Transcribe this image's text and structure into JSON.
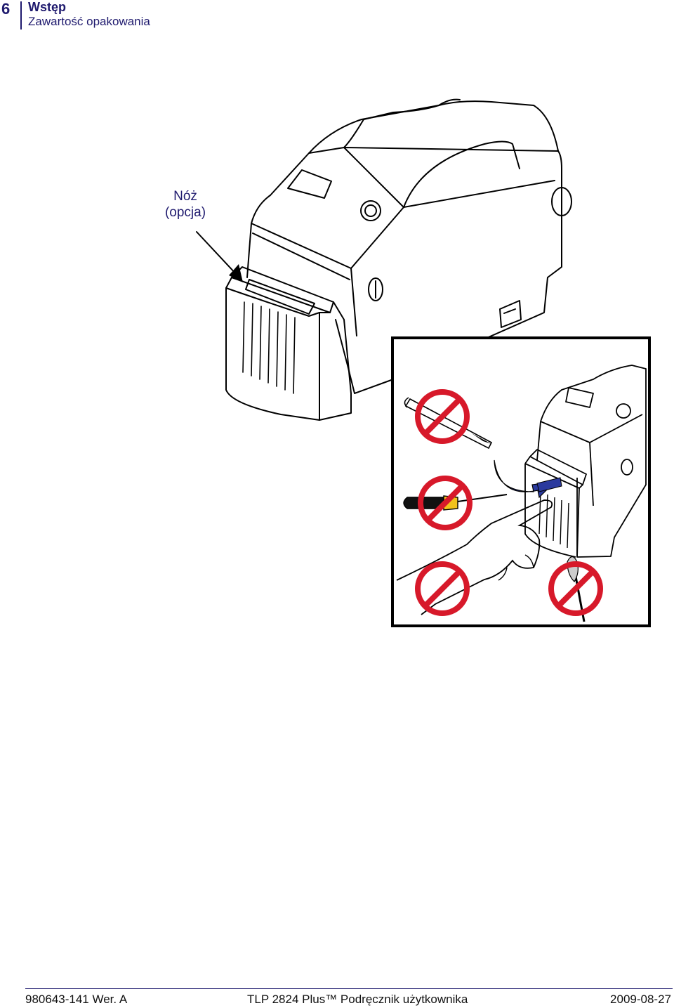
{
  "header": {
    "page_number": "6",
    "section": "Wstęp",
    "subsection": "Zawartość opakowania"
  },
  "figure": {
    "callout_line1": "Nóż",
    "callout_line2": "(opcja)"
  },
  "footer": {
    "doc_number": "980643-141 Wer. A",
    "title": "TLP 2824 Plus™ Podręcznik użytkownika",
    "date": "2009-08-27"
  },
  "colors": {
    "heading": "#1f1a6e",
    "prohibition": "#d7192a",
    "arrow_blue": "#2b3a9e",
    "screwdriver_yellow": "#f2c21b"
  }
}
